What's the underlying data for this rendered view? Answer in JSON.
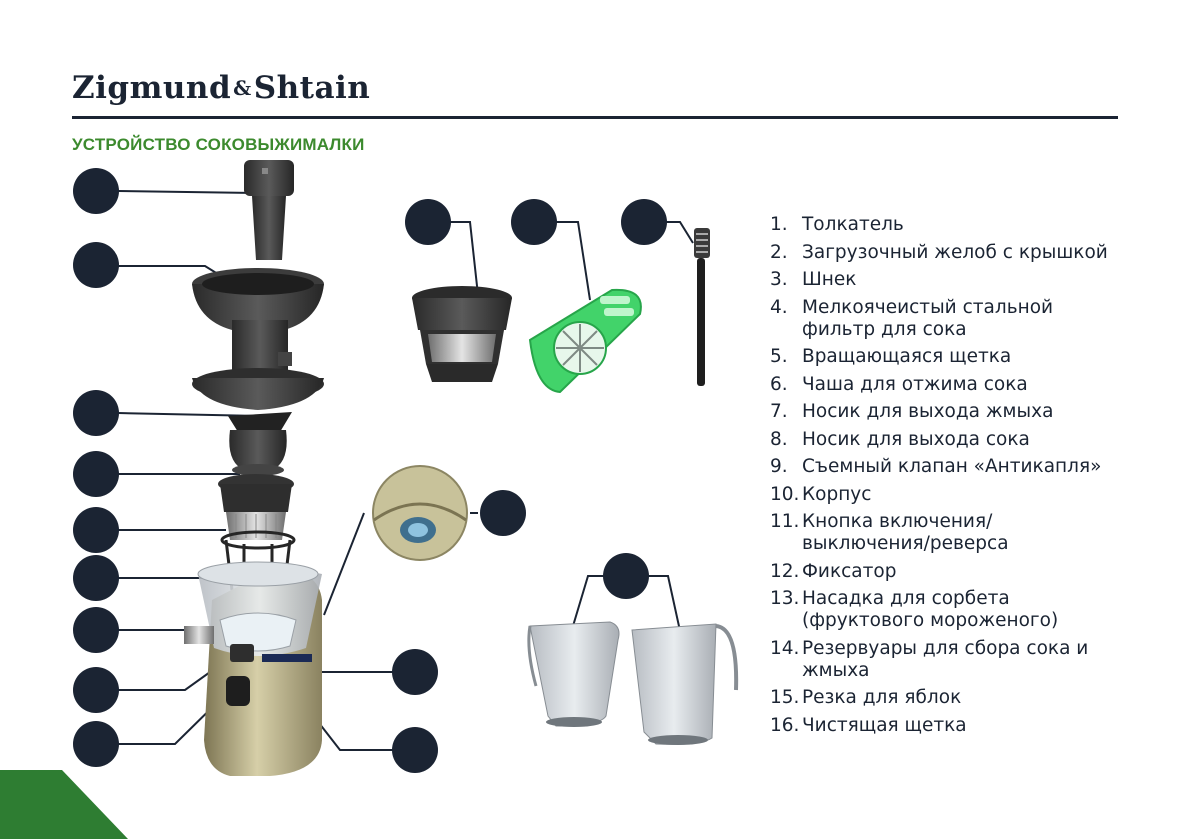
{
  "brand": {
    "name_left": "Zigmund",
    "amp": "&",
    "name_right": "Shtain"
  },
  "section": {
    "title": "УСТРОЙСТВО СОКОВЫЖИМАЛКИ"
  },
  "legend": {
    "items": [
      {
        "num": "1.",
        "text": "Толкатель"
      },
      {
        "num": "2.",
        "text": "Загрузочный желоб с крышкой"
      },
      {
        "num": "3.",
        "text": "Шнек"
      },
      {
        "num": "4.",
        "text": "Мелкоячеистый стальной\nфильтр для сока"
      },
      {
        "num": "5.",
        "text": "Вращающаяся щетка"
      },
      {
        "num": "6.",
        "text": "Чаша для отжима сока"
      },
      {
        "num": "7.",
        "text": "Носик для выхода жмыха"
      },
      {
        "num": "8.",
        "text": "Носик для выхода сока"
      },
      {
        "num": "9.",
        "text": "Съемный клапан «Антикапля»"
      },
      {
        "num": "10.",
        "text": "Корпус"
      },
      {
        "num": "11.",
        "text": "Кнопка включения/\nвыключения/реверса"
      },
      {
        "num": "12.",
        "text": "Фиксатор"
      },
      {
        "num": "13.",
        "text": "Насадка для сорбета\n(фруктового мороженого)"
      },
      {
        "num": "14.",
        "text": "Резервуары для сбора сока и\nжмыха"
      },
      {
        "num": "15.",
        "text": "Резка для яблок"
      },
      {
        "num": "16.",
        "text": "Чистящая щетка"
      }
    ]
  },
  "colors": {
    "navy": "#1b2433",
    "green": "#3c8a2e",
    "corner_green": "#2e7d32"
  }
}
